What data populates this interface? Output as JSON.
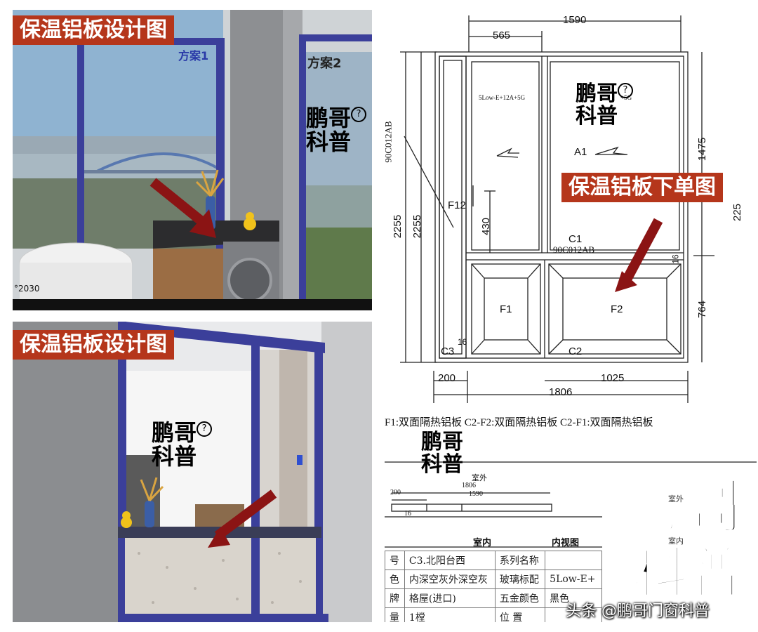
{
  "top_left": {
    "label": "保温铝板设计图",
    "plan1": "方案1",
    "plan2": "方案2",
    "corner_text": "°2030"
  },
  "bottom_left": {
    "label": "保温铝板设计图"
  },
  "watermark": {
    "line1": "鹏哥",
    "line2": "科普",
    "q": "?"
  },
  "drawing": {
    "dim_top_total": "1590",
    "dim_top_left": "565",
    "dim_left_outer": "2255",
    "dim_left_inner": "2255",
    "dim_right_upper": "1475",
    "dim_right_lower": "764",
    "dim_right_total": "225",
    "dim_430": "430",
    "dim_16a": "16",
    "dim_16b": "16",
    "dim_bottom_left": "200",
    "dim_bottom_mid": "1025",
    "dim_bottom_total": "1806",
    "profile_vertical": "90C012AB",
    "profile_horizontal": "90C012AB",
    "glass_left": "5Low-E+12A+5G",
    "glass_right": "+5G",
    "label_a1": "A1",
    "label_f12": "F12",
    "label_c1": "C1",
    "label_c2": "C2",
    "label_c3": "C3",
    "label_f1": "F1",
    "label_f2": "F2",
    "order_label": "保温铝板下单图",
    "note_line": "F1:双面隔热铝板   C2-F2:双面隔热铝板   C2-F1:双面隔热铝板",
    "section_outdoor": "室外",
    "section_1806": "1806",
    "section_200": "200",
    "section_1590": "1590",
    "section_16": "16",
    "indoor": "室内",
    "inner_view": "内视图"
  },
  "spec_table": {
    "rows": [
      [
        "号",
        "C3.北阳台西",
        "系列名称",
        ""
      ],
      [
        "色",
        "内深空灰外深空灰",
        "玻璃标配",
        "5Low-E+"
      ],
      [
        "牌",
        "格屋(进口)",
        "五金颜色",
        "黑色"
      ],
      [
        "量",
        "1樘",
        "位  置",
        ""
      ]
    ]
  },
  "big_watermark": {
    "c1": "鹏",
    "c2": "哥",
    "c3": "科",
    "c4": "普",
    "small_1": "室外",
    "small_2": "室内"
  },
  "footer": {
    "credit": "头条 @鹏哥门窗科普"
  },
  "colors": {
    "label_bg": "#b5361b",
    "arrow": "#8b1414",
    "frame_blue": "#3b3f9a"
  }
}
